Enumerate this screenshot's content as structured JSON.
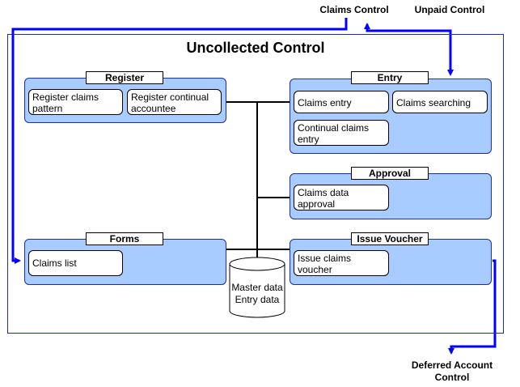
{
  "external": {
    "claims_control": "Claims Control",
    "unpaid_control": "Unpaid Control",
    "deferred_account_control_line1": "Deferred Account",
    "deferred_account_control_line2": "Control"
  },
  "main_title": "Uncollected Control",
  "groups": {
    "register": {
      "label": "Register",
      "items": [
        "Register claims pattern",
        "Register continual accountee"
      ]
    },
    "entry": {
      "label": "Entry",
      "items": [
        "Claims entry",
        "Claims searching",
        "Continual claims entry"
      ]
    },
    "approval": {
      "label": "Approval",
      "items": [
        "Claims data approval"
      ]
    },
    "forms": {
      "label": "Forms",
      "items": [
        "Claims list"
      ]
    },
    "issue_voucher": {
      "label": "Issue Voucher",
      "items": [
        "Issue claims voucher"
      ]
    }
  },
  "database": {
    "line1": "Master data",
    "line2": "Entry data"
  },
  "colors": {
    "flow_arrow": "#0000ff",
    "group_fill": "#a8ccff",
    "border": "#1a2ea8"
  }
}
